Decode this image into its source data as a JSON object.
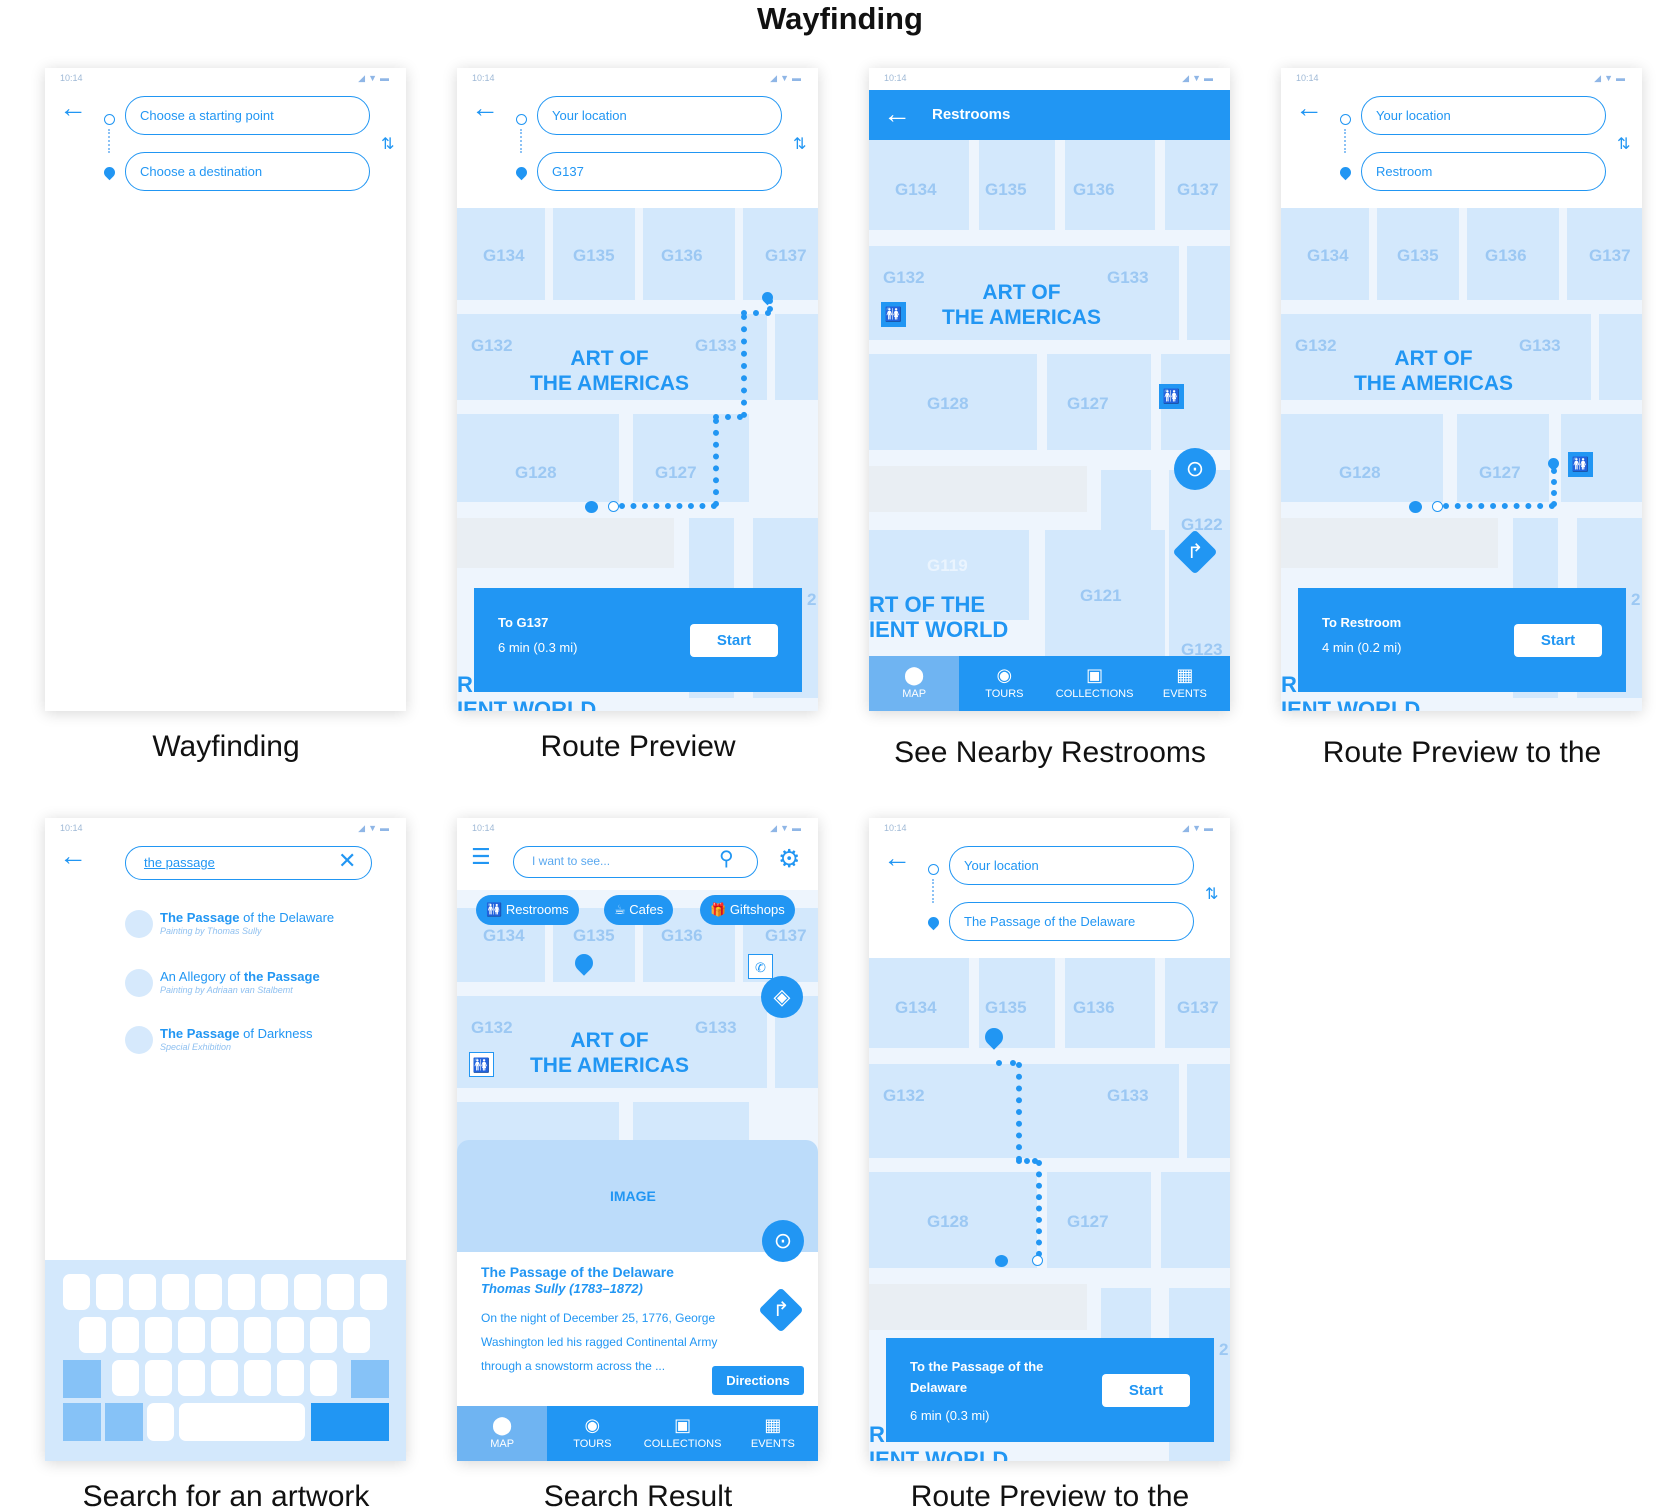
{
  "board_title": "Wayfinding",
  "status": {
    "time": "10:14"
  },
  "captions": {
    "s1": "Wayfinding",
    "s2": "Route Preview",
    "s3": "See Nearby Restrooms",
    "s4": "Route Preview to the",
    "s5": "Search for an artwork",
    "s6": "Search Result",
    "s7": "Route Preview to the"
  },
  "map_labels": {
    "g134": "G134",
    "g135": "G135",
    "g136": "G136",
    "g137": "G137",
    "g132": "G132",
    "g133": "G133",
    "g128": "G128",
    "g127": "G127",
    "g122": "G122",
    "g119": "G119",
    "g121": "G121",
    "g123": "G123",
    "art_of_americas": "ART OF\nTHE AMERICAS",
    "ancient_world_partial": "RT OF THE\nIENT WORLD",
    "ancient_world_cut": "R\nIENT WORLD",
    "edge_2": "2"
  },
  "s1": {
    "start_placeholder": "Choose a starting point",
    "dest_placeholder": "Choose a destination"
  },
  "s2": {
    "start_value": "Your location",
    "dest_value": "G137",
    "card_title": "To G137",
    "card_sub": "6 min (0.3 mi)",
    "start_button": "Start"
  },
  "s3": {
    "header_title": "Restrooms"
  },
  "s4": {
    "start_value": "Your location",
    "dest_value": "Restroom",
    "card_title": "To Restroom",
    "card_sub": "4 min (0.2 mi)",
    "start_button": "Start"
  },
  "s5": {
    "search_value": "the passage",
    "results": [
      {
        "title_bold_1": "The Passage",
        "title_rest": " of the Delaware",
        "subtitle": "Painting by Thomas Sully"
      },
      {
        "title_pre": "An Allegory of ",
        "title_bold_2": "the Passage",
        "subtitle": "Painting by Adriaan van Stalbemt"
      },
      {
        "title_bold_1": "The Passage",
        "title_rest": " of Darkness",
        "subtitle": "Special Exhibition"
      }
    ]
  },
  "s6": {
    "search_placeholder": "I want to see...",
    "chips": [
      "Restrooms",
      "Cafes",
      "Giftshops"
    ],
    "image_label": "IMAGE",
    "artwork_title": "The Passage of the Delaware",
    "artwork_artist": "Thomas Sully (1783–1872)",
    "desc_lines": [
      "On the night of December 25, 1776, George",
      "Washington led his ragged Continental Army",
      "through a snowstorm across the ..."
    ],
    "directions_button": "Directions"
  },
  "s7": {
    "start_value": "Your location",
    "dest_value": "The Passage of the Delaware",
    "card_title_1": "To the Passage of the",
    "card_title_2": "Delaware",
    "card_sub": "6 min (0.3 mi)",
    "start_button": "Start"
  },
  "tabs": [
    "MAP",
    "TOURS",
    "COLLECTIONS",
    "EVENTS"
  ],
  "icons": {
    "back": "arrow-left-icon",
    "swap": "swap-icon",
    "wc": "restroom-icon",
    "locate": "locate-icon",
    "turn": "turn-right-icon",
    "layers": "layers-icon",
    "phone": "phone-icon",
    "search": "search-icon",
    "settings": "gear-icon",
    "menu": "menu-icon"
  },
  "colors": {
    "accent": "#2196F3",
    "room": "#d3e8fc",
    "corridor": "#eef5fd"
  }
}
